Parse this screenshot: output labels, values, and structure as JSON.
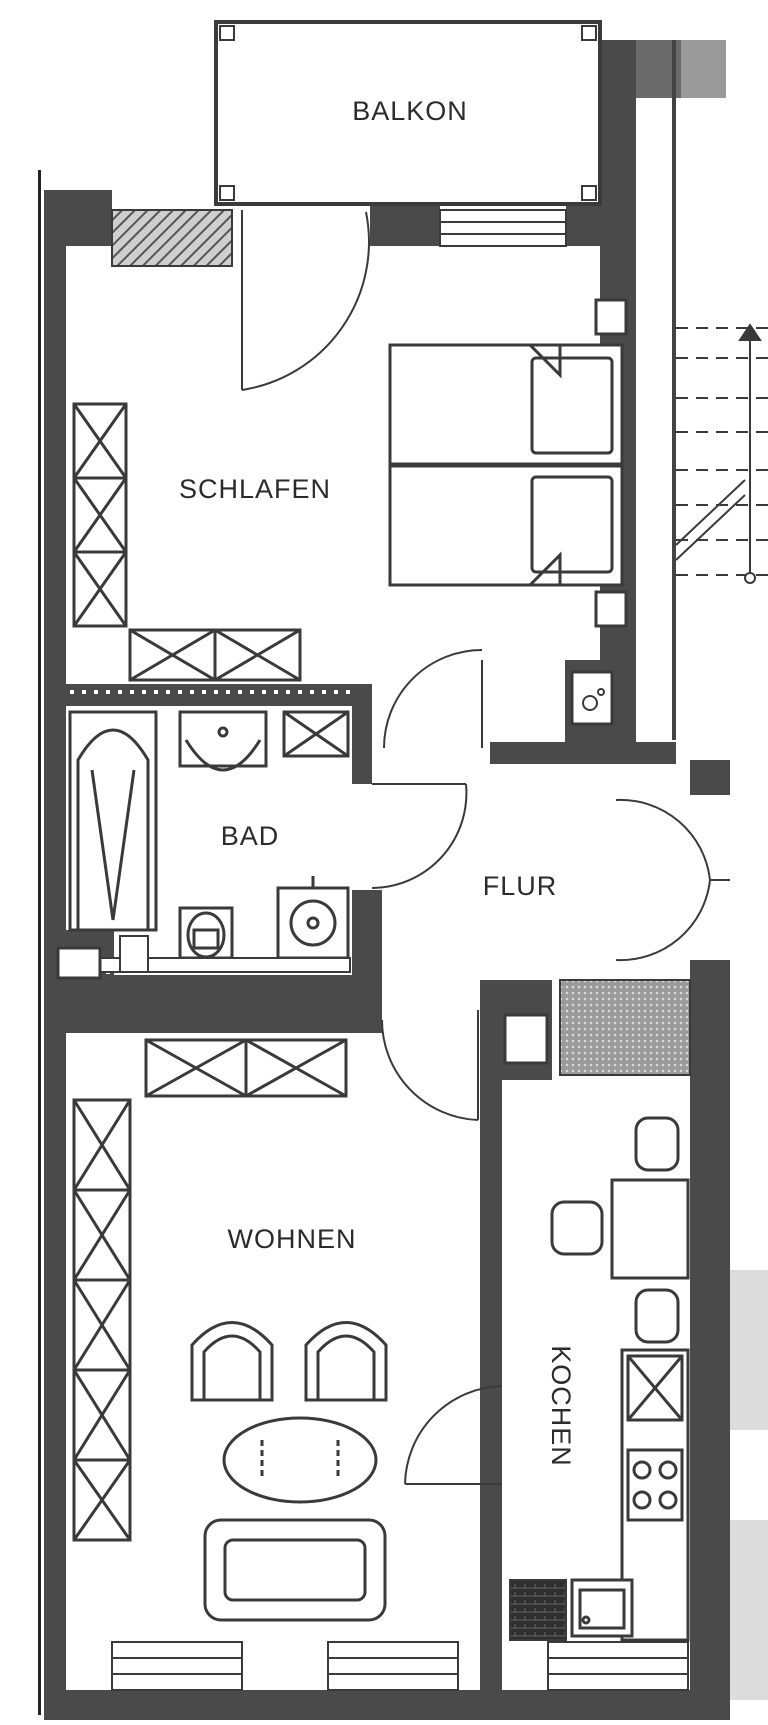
{
  "plan": {
    "rooms": {
      "balkon": "BALKON",
      "schlafen": "SCHLAFEN",
      "bad": "BAD",
      "flur": "FLUR",
      "wohnen": "WOHNEN",
      "kochen": "KOCHEN"
    }
  },
  "colors": {
    "wall": "#4a4a4a",
    "wall_dark": "#333333",
    "line": "#3a3a3a",
    "background": "#ffffff",
    "hatch": "#6b6b6b"
  }
}
